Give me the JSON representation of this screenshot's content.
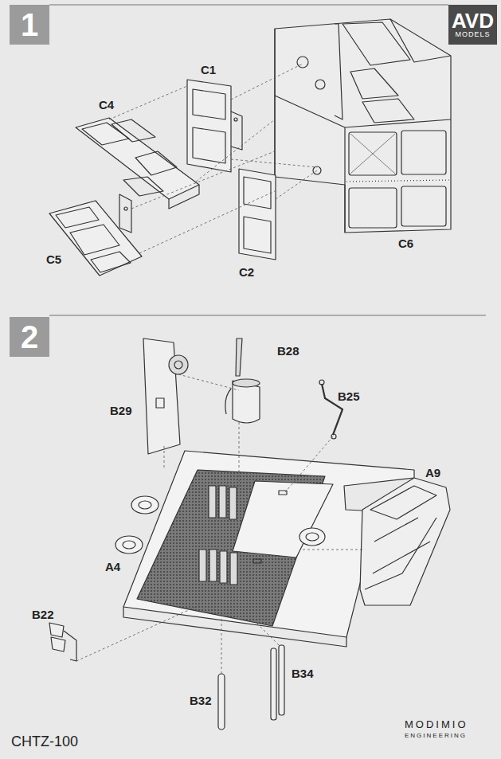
{
  "diagram": {
    "nodes": [
      {
        "text": [
          "1"
        ]
      },
      {
        "text": [
          "AVD",
          "MODELS"
        ]
      },
      {
        "text": [
          "2"
        ]
      }
    ],
    "labels": [
      "C1",
      "C4",
      "C6",
      "C5",
      "C2",
      "B28",
      "B25",
      "B29",
      "A9",
      "A4",
      "B22",
      "B34",
      "B32",
      "CHTZ-100",
      "MODIMIO",
      "ENGINEERING"
    ]
  }
}
